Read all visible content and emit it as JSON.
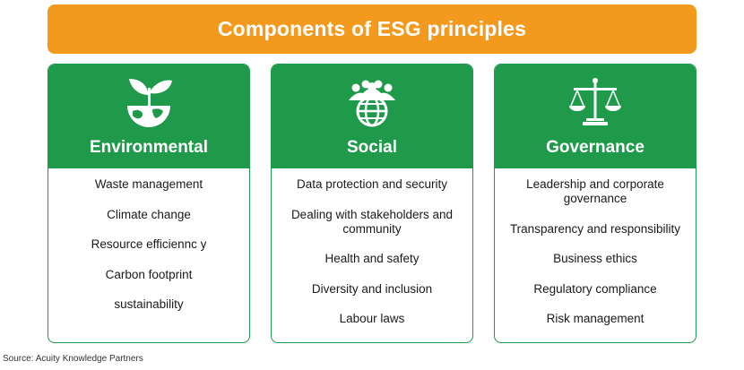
{
  "title": "Components of ESG principles",
  "columns": [
    {
      "title": "Environmental",
      "icon": "plant-globe-icon",
      "items": [
        "Waste management",
        "Climate change",
        "Resource efficiennc y",
        "Carbon  footprint",
        "sustainability"
      ]
    },
    {
      "title": "Social",
      "icon": "people-globe-icon",
      "items": [
        "Data protection and security",
        "Dealing with stakeholders and community",
        "Health and safety",
        "Diversity and inclusion",
        "Labour laws"
      ]
    },
    {
      "title": "Governance",
      "icon": "scales-icon",
      "items": [
        "Leadership and corporate governance",
        "Transparency and responsibility",
        "Business ethics",
        "Regulatory compliance",
        "Risk management"
      ]
    }
  ],
  "source": "Source: Acuity Knowledge Partners",
  "colors": {
    "banner": "#f39a1e",
    "green": "#1f9a4b"
  }
}
